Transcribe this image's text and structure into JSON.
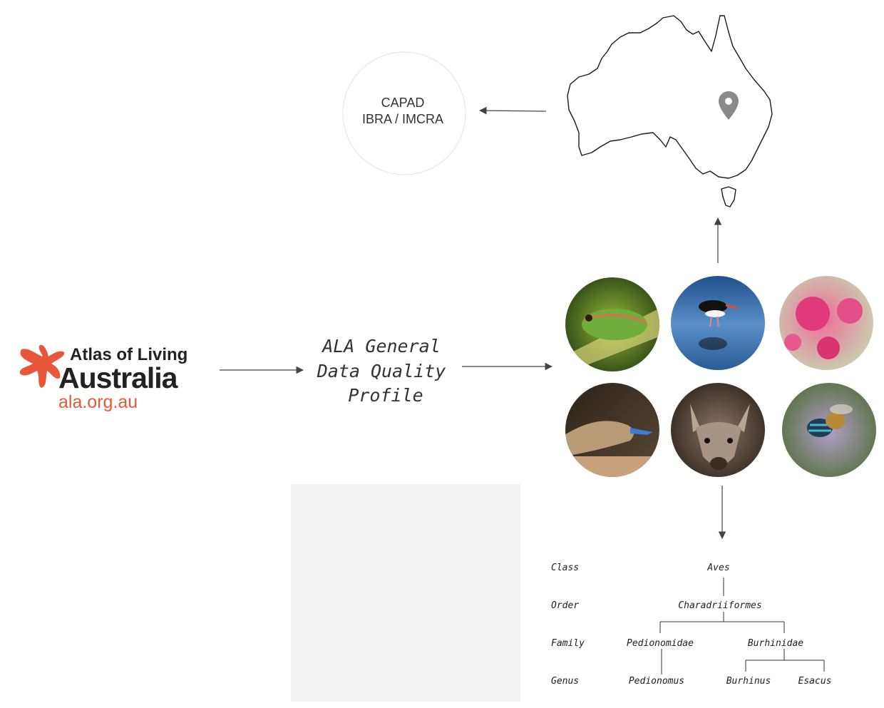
{
  "logo": {
    "line1": "Atlas of Living",
    "line2": "Australia",
    "url": "ala.org.au",
    "brand_color": "#e8573a",
    "icon": "ala-logo-icon"
  },
  "profile": {
    "line1": "ALA General",
    "line2": "Data Quality",
    "line3": "Profile"
  },
  "regions": {
    "line1": "CAPAD",
    "line2": "IBRA / IMCRA"
  },
  "map": {
    "icon": "map-pin-icon",
    "shape": "australia-map"
  },
  "species_photos": [
    "frog-photo",
    "oystercatcher-photo",
    "pink-blossom-photo",
    "blue-tongue-lizard-photo",
    "kangaroo-photo",
    "blue-banded-bee-photo"
  ],
  "taxonomy": {
    "ranks": [
      "Class",
      "Order",
      "Family",
      "Genus"
    ],
    "class": "Aves",
    "order": "Charadriiformes",
    "families": [
      "Pedionomidae",
      "Burhinidae"
    ],
    "genera": [
      "Pedionomus",
      "Burhinus",
      "Esacus"
    ]
  },
  "colors": {
    "arrow": "#444444",
    "placeholder": "#f2f2f2",
    "circle_stroke": "#e4e4e4"
  }
}
